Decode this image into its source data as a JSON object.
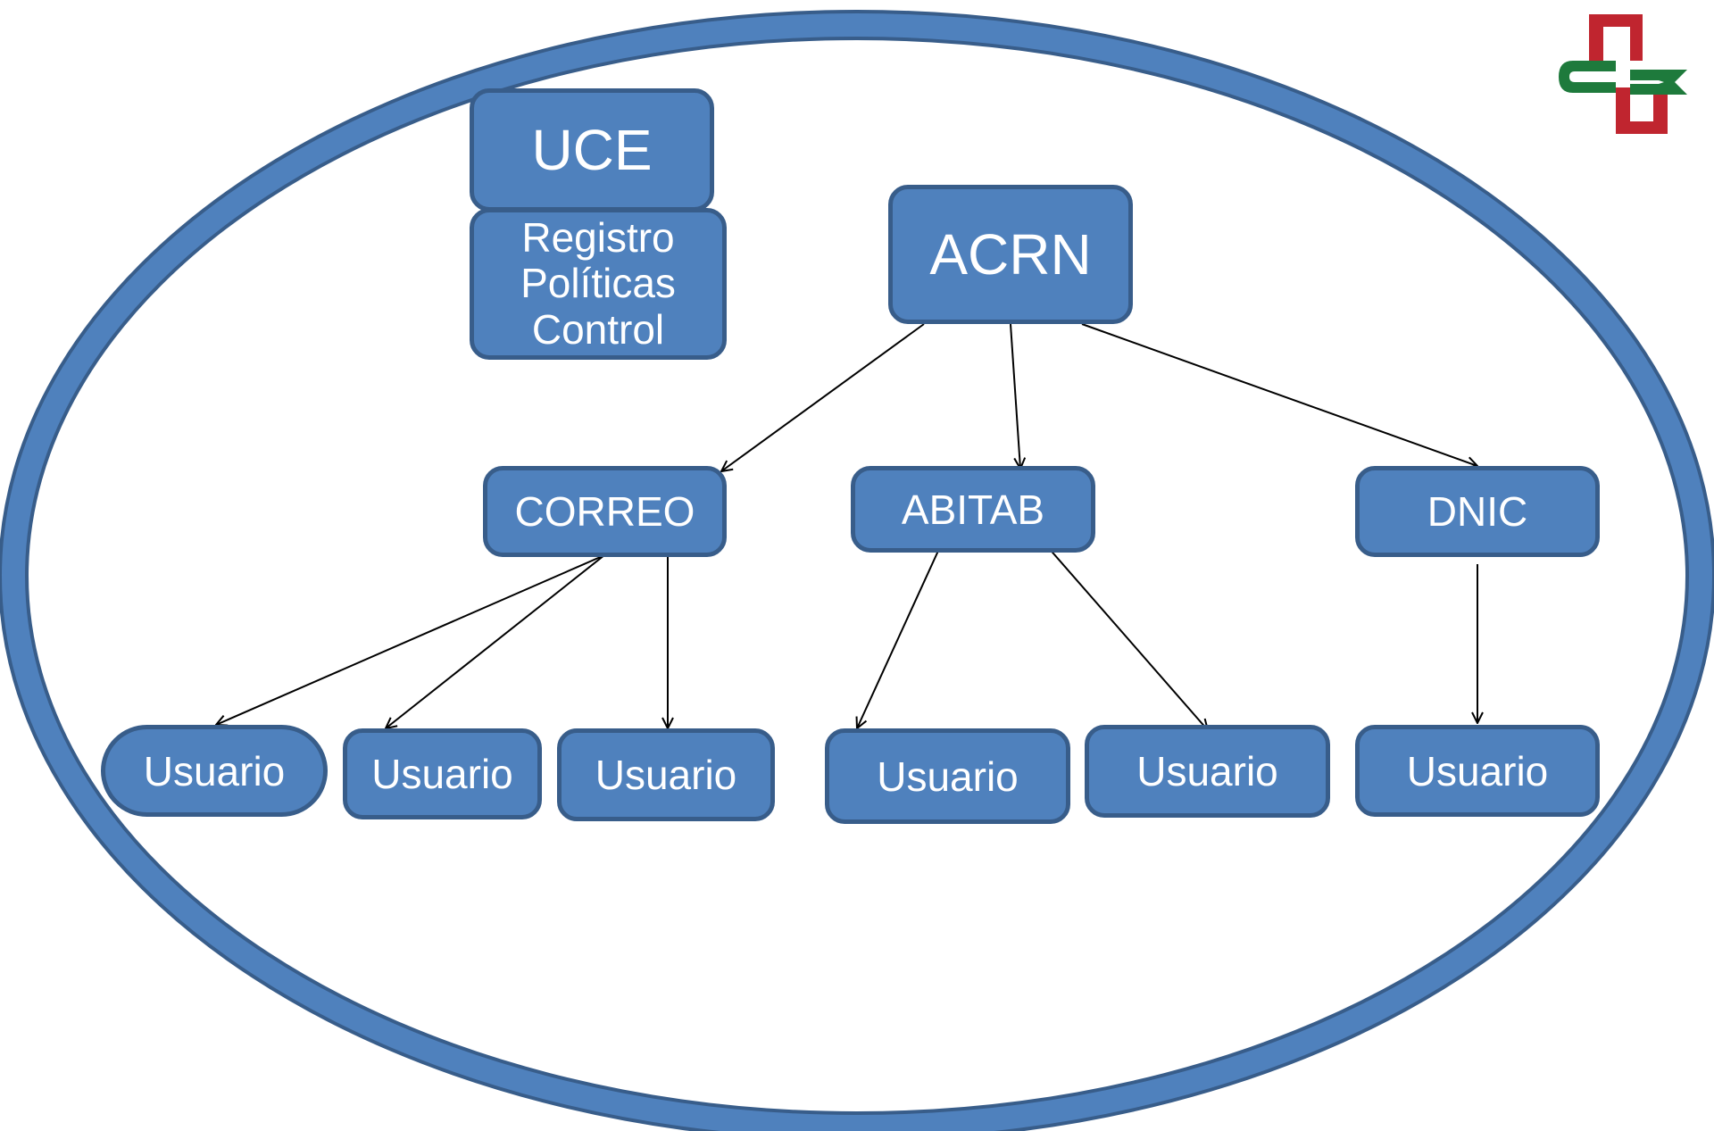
{
  "colors": {
    "node_fill": "#4f81bd",
    "node_border": "#385d8a",
    "node_text": "#ffffff",
    "ellipse": "#4f81bd",
    "arrow": "#000000",
    "logo_red": "#c0252f",
    "logo_green": "#1e7a3c"
  },
  "logo": {
    "icon": "institution-logo-icon"
  },
  "nodes": {
    "uce": "UCE",
    "registro": [
      "Registro",
      "Políticas",
      "Control"
    ],
    "acrn": "ACRN",
    "correo": "CORREO",
    "abitab": "ABITAB",
    "dnic": "DNIC"
  },
  "users": [
    {
      "label": "Usuario"
    },
    {
      "label": "Usuario"
    },
    {
      "label": "Usuario"
    },
    {
      "label": "Usuario"
    },
    {
      "label": "Usuario"
    },
    {
      "label": "Usuario"
    }
  ],
  "edges": [
    {
      "from": "ACRN",
      "to": "CORREO"
    },
    {
      "from": "ACRN",
      "to": "ABITAB"
    },
    {
      "from": "ACRN",
      "to": "DNIC"
    },
    {
      "from": "CORREO",
      "to": "Usuario 1"
    },
    {
      "from": "CORREO",
      "to": "Usuario 2"
    },
    {
      "from": "CORREO",
      "to": "Usuario 3"
    },
    {
      "from": "ABITAB",
      "to": "Usuario 4"
    },
    {
      "from": "ABITAB",
      "to": "Usuario 5"
    },
    {
      "from": "DNIC",
      "to": "Usuario 6"
    }
  ]
}
